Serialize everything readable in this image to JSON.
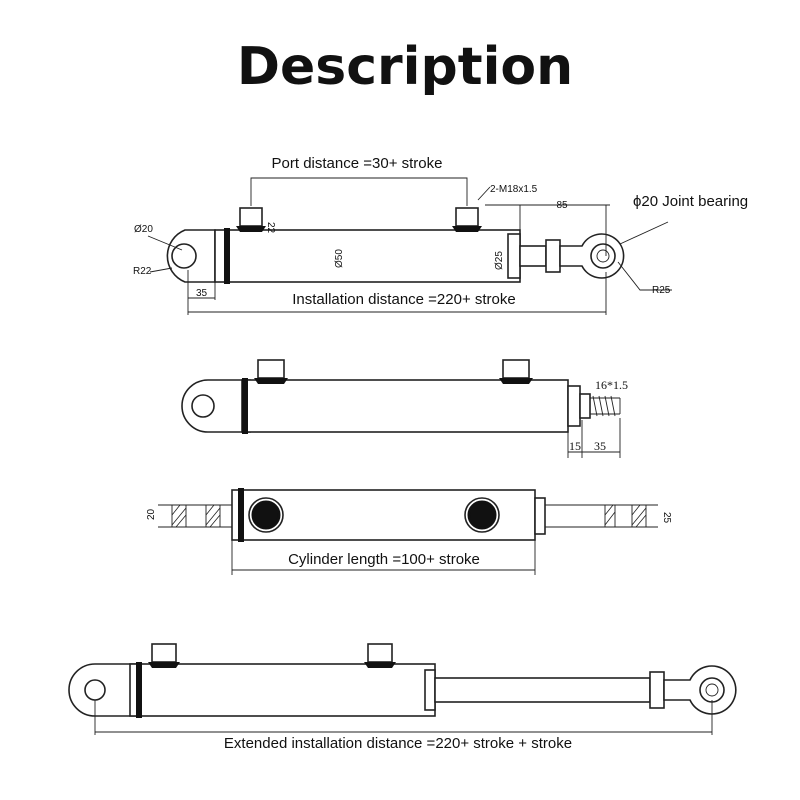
{
  "title": "Description",
  "view1": {
    "port_distance": "Port distance =30+ stroke",
    "port_thread": "2-M18x1.5",
    "joint_bearing": "ϕ20 Joint bearing",
    "installation_distance": "Installation distance =220+ stroke",
    "dim_85": "85",
    "dim_22": "22",
    "dim_d20": "Ø20",
    "dim_r22": "R22",
    "dim_d50": "Ø50",
    "dim_d25": "Ø25",
    "dim_r25": "R25",
    "dim_35": "35"
  },
  "view2": {
    "thread": "16*1.5",
    "dim_15": "15",
    "dim_35": "35"
  },
  "view3": {
    "cylinder_length": "Cylinder length =100+ stroke",
    "dim_20": "20",
    "dim_25": "25"
  },
  "view4": {
    "extended_distance": "Extended installation distance =220+ stroke + stroke"
  }
}
